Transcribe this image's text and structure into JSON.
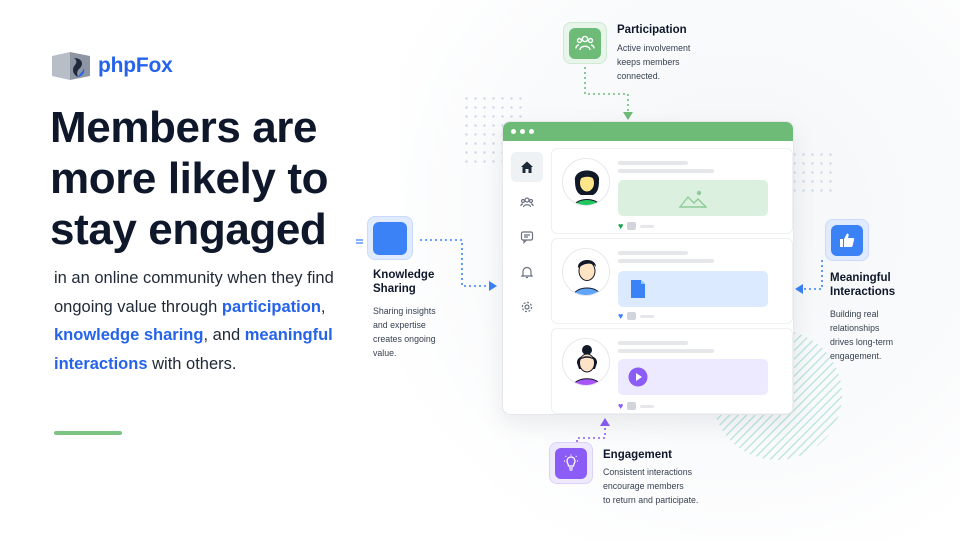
{
  "logo": {
    "text": "phpFox"
  },
  "headline": {
    "line1": "Members are",
    "line2": "more likely to",
    "line3": "stay engaged"
  },
  "subtext": {
    "part1": "in an online community when they find ongoing value through",
    "hl1": "participation",
    "comma1": ",",
    "hl2": "knowledge sharing",
    "comma2": ",",
    "and": "and",
    "hl3": "meaningful interactions",
    "part2": "with others."
  },
  "features": {
    "participation": {
      "title": "Participation",
      "desc1": "Active involvement",
      "desc2": "keeps members",
      "desc3": "connected."
    },
    "knowledge": {
      "title1": "Knowledge",
      "title2": "Sharing",
      "desc1": "Sharing insights",
      "desc2": "and expertise",
      "desc3": "creates ongoing",
      "desc4": "value."
    },
    "meaningful": {
      "title1": "Meaningful",
      "title2": "Interactions",
      "desc1": "Building real",
      "desc2": "relationships",
      "desc3": "drives long-term",
      "desc4": "engagement."
    },
    "engagement": {
      "title": "Engagement",
      "desc1": "Consistent interactions",
      "desc2": "encourage members",
      "desc3": "to return and participate."
    }
  },
  "icons": {
    "sidebar": [
      "home-icon",
      "group-icon",
      "chat-icon",
      "bell-icon",
      "settings-icon"
    ],
    "posts": [
      "image-icon",
      "document-icon",
      "play-icon"
    ]
  },
  "colors": {
    "brand_blue": "#2563eb",
    "green": "#6dbb77",
    "purple": "#8b5cf6",
    "accent_line": "#7cc484"
  }
}
